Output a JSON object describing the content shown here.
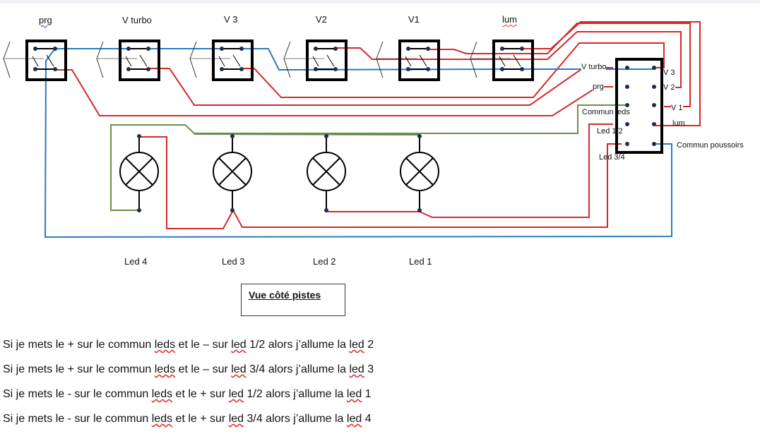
{
  "switches": [
    {
      "label": "prg"
    },
    {
      "label": "V turbo"
    },
    {
      "label": "V 3"
    },
    {
      "label": "V2"
    },
    {
      "label": "V1"
    },
    {
      "label": "lum"
    }
  ],
  "connector": {
    "left_pins": [
      "V turbo",
      "prg",
      "Commun leds",
      "Led 1/2",
      "Led 3/4"
    ],
    "right_pins": [
      "V 3",
      "V 2",
      "V 1",
      "lum",
      "Commun poussoirs"
    ]
  },
  "leds": [
    {
      "label": "Led 4"
    },
    {
      "label": "Led 3"
    },
    {
      "label": "Led 2"
    },
    {
      "label": "Led 1"
    }
  ],
  "title_box": "Vue côté pistes",
  "rules": [
    {
      "a": "Si je mets le + sur le commun ",
      "b": "leds",
      "c": " et le – sur ",
      "d": "led",
      "e": " 1/2 alors j’allume la ",
      "f": "led",
      "g": " 2"
    },
    {
      "a": "Si je mets le + sur le commun ",
      "b": "leds",
      "c": " et le – sur ",
      "d": "led",
      "e": " 3/4 alors j’allume la ",
      "f": "led",
      "g": " 3"
    },
    {
      "a": "Si je mets le - sur le commun ",
      "b": "leds",
      "c": " et le + sur ",
      "d": "led",
      "e": " 1/2 alors j’allume la ",
      "f": "led",
      "g": " 1"
    },
    {
      "a": "Si je mets le - sur le commun ",
      "b": "leds",
      "c": " et le + sur ",
      "d": "led",
      "e": " 3/4 alors j’allume la ",
      "f": "led",
      "g": " 4"
    }
  ],
  "colors": {
    "wire_red": "#d42a2a",
    "wire_blue": "#2b7bbf",
    "wire_green": "#6a8e4a",
    "outline": "#000000"
  }
}
